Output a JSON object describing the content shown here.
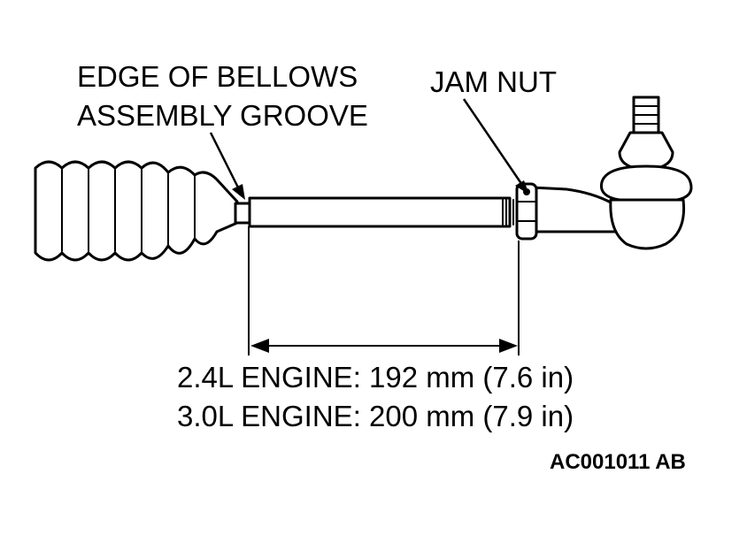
{
  "labels": {
    "bellows_line1": "EDGE OF BELLOWS",
    "bellows_line2": "ASSEMBLY GROOVE",
    "jam_nut": "JAM NUT",
    "spec_line1": "2.4L ENGINE: 192 mm (7.6 in)",
    "spec_line2": "3.0L ENGINE: 200 mm (7.9 in)",
    "figure_code": "AC001011 AB"
  },
  "colors": {
    "ink": "#000000",
    "paper": "#ffffff"
  }
}
